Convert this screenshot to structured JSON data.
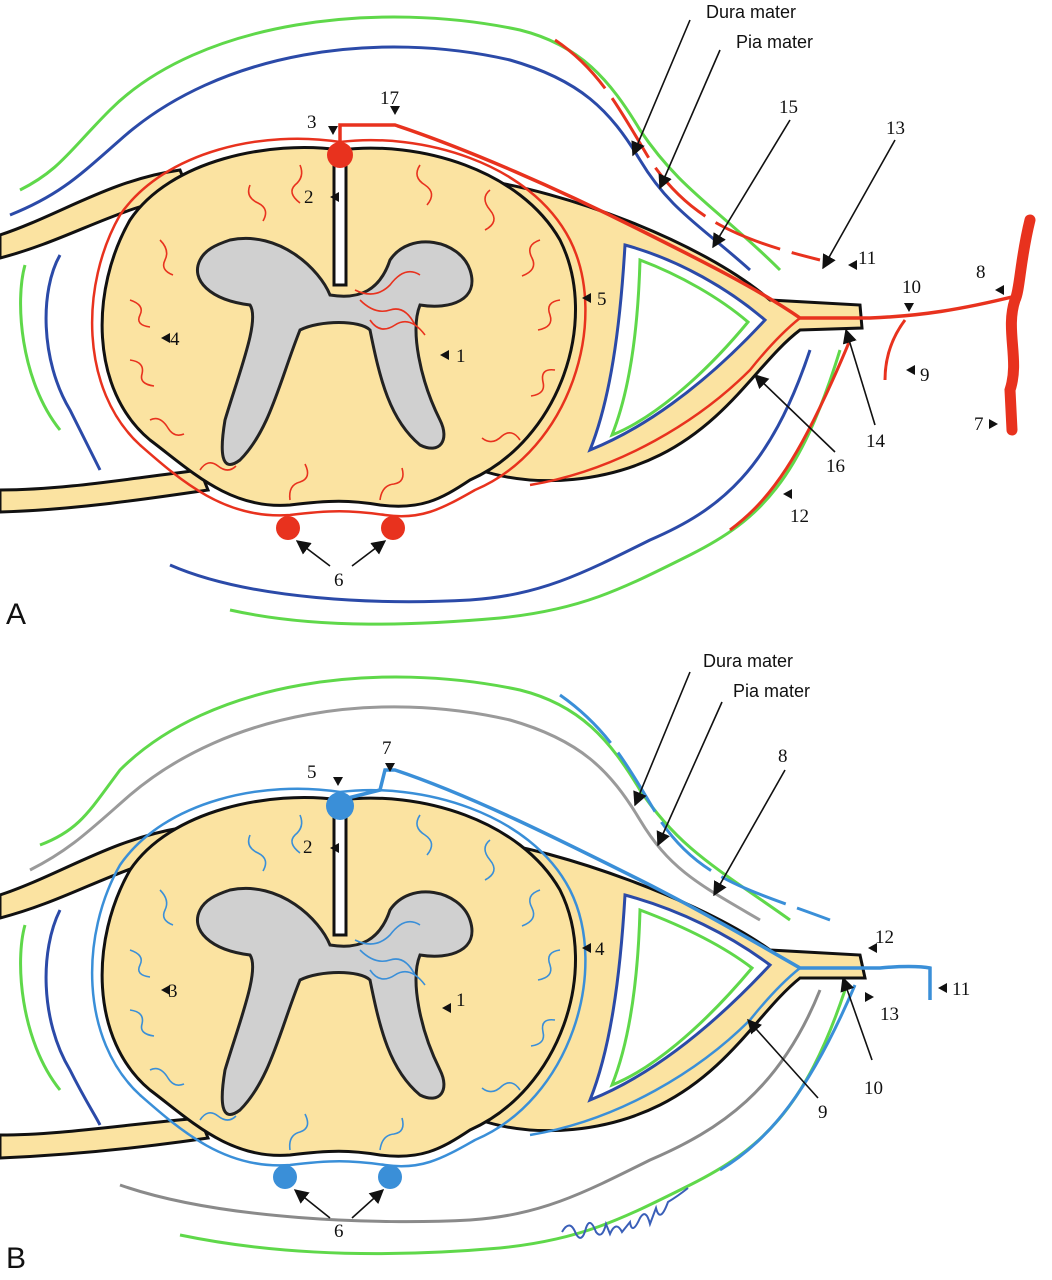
{
  "panels": [
    {
      "letter": "A",
      "vessel_color": "#e8321e",
      "labels": {
        "dura": "Dura mater",
        "pia": "Pia mater",
        "n1": "1",
        "n2": "2",
        "n3": "3",
        "n4": "4",
        "n5": "5",
        "n6": "6",
        "n7": "7",
        "n8": "8",
        "n9": "9",
        "n10": "10",
        "n11": "11",
        "n12": "12",
        "n13": "13",
        "n14": "14",
        "n15": "15",
        "n16": "16",
        "n17": "17"
      }
    },
    {
      "letter": "B",
      "vessel_color": "#3a8fd8",
      "labels": {
        "dura": "Dura mater",
        "pia": "Pia mater",
        "n1": "1",
        "n2": "2",
        "n3": "3",
        "n4": "4",
        "n5": "5",
        "n6": "6",
        "n7": "7",
        "n8": "8",
        "n9": "9",
        "n10": "10",
        "n11": "11",
        "n12": "12",
        "n13": "13"
      }
    }
  ],
  "membrane_colors": {
    "green": "#5fd84a",
    "navy": "#2b4aa8",
    "gray": "#9a9a9a"
  }
}
